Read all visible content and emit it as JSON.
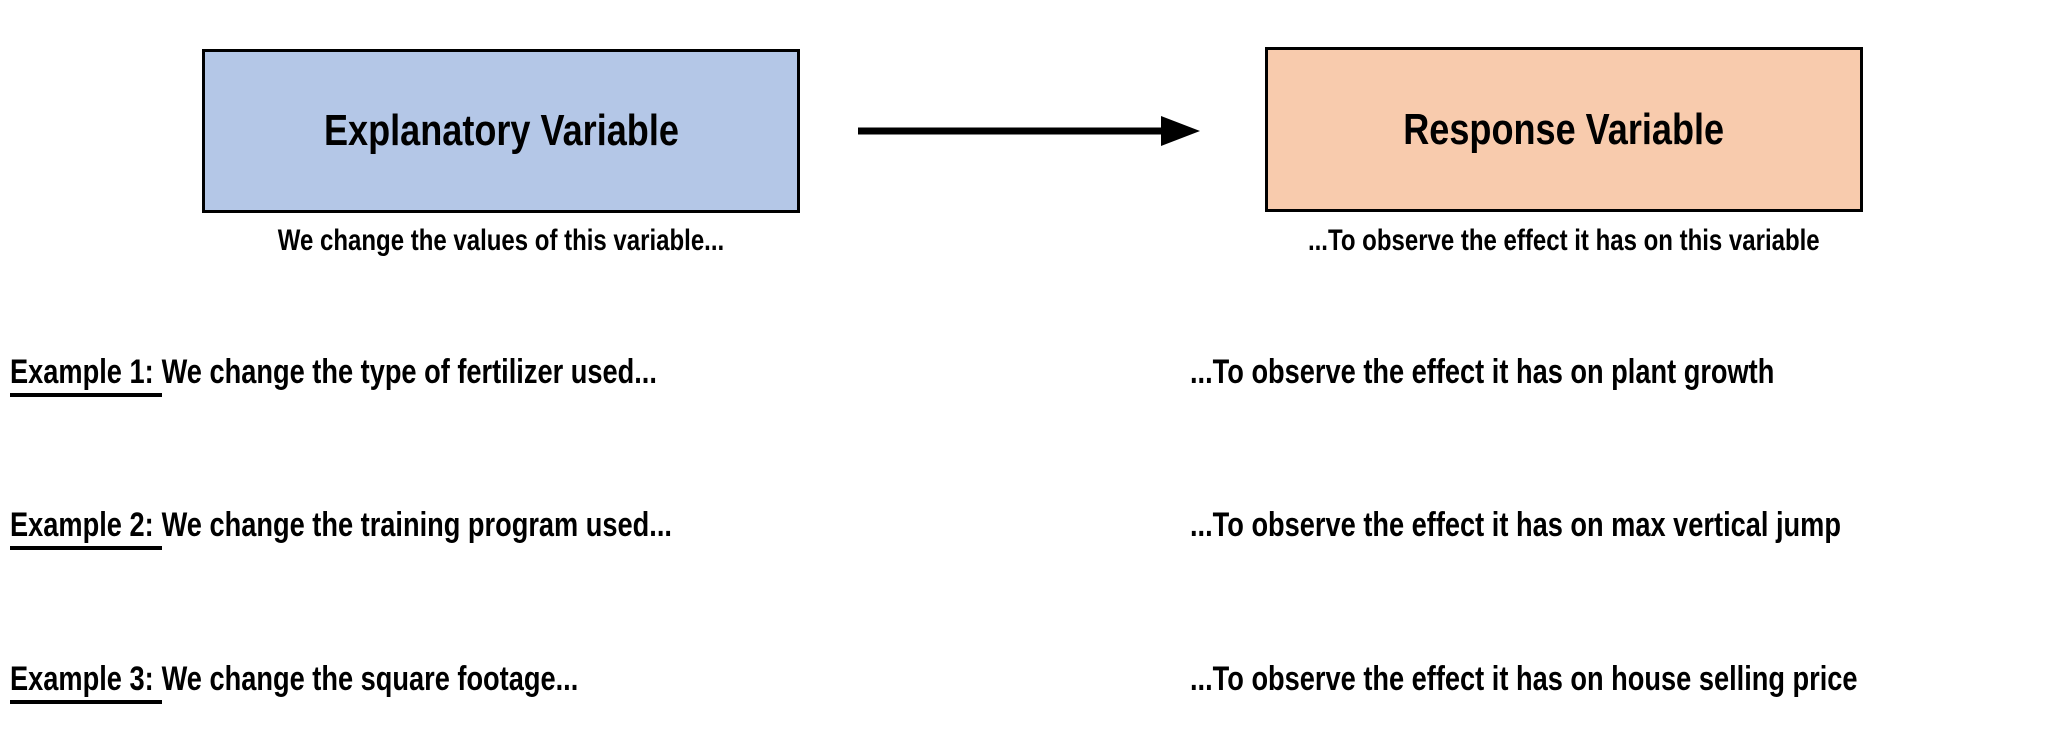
{
  "diagram": {
    "explanatory_box": {
      "label": "Explanatory Variable"
    },
    "response_box": {
      "label": "Response Variable"
    },
    "left_caption": "We change the values of this variable...",
    "right_caption": "...To observe the effect it has on this variable",
    "arrow_icon": "right-arrow",
    "colors": {
      "explanatory_fill": "#b4c7e7",
      "response_fill": "#f8cbad",
      "border": "#000000",
      "text": "#000000",
      "background": "#ffffff"
    }
  },
  "examples": [
    {
      "label": "Example 1:",
      "left": "We change the type of fertilizer used...",
      "right": "...To observe the effect it has on plant growth"
    },
    {
      "label": "Example 2:",
      "left": "We change the training program used...",
      "right": "...To observe the effect it has on max vertical jump"
    },
    {
      "label": "Example 3:",
      "left": "We change the square footage...",
      "right": "...To observe the effect it has on house selling price"
    }
  ]
}
